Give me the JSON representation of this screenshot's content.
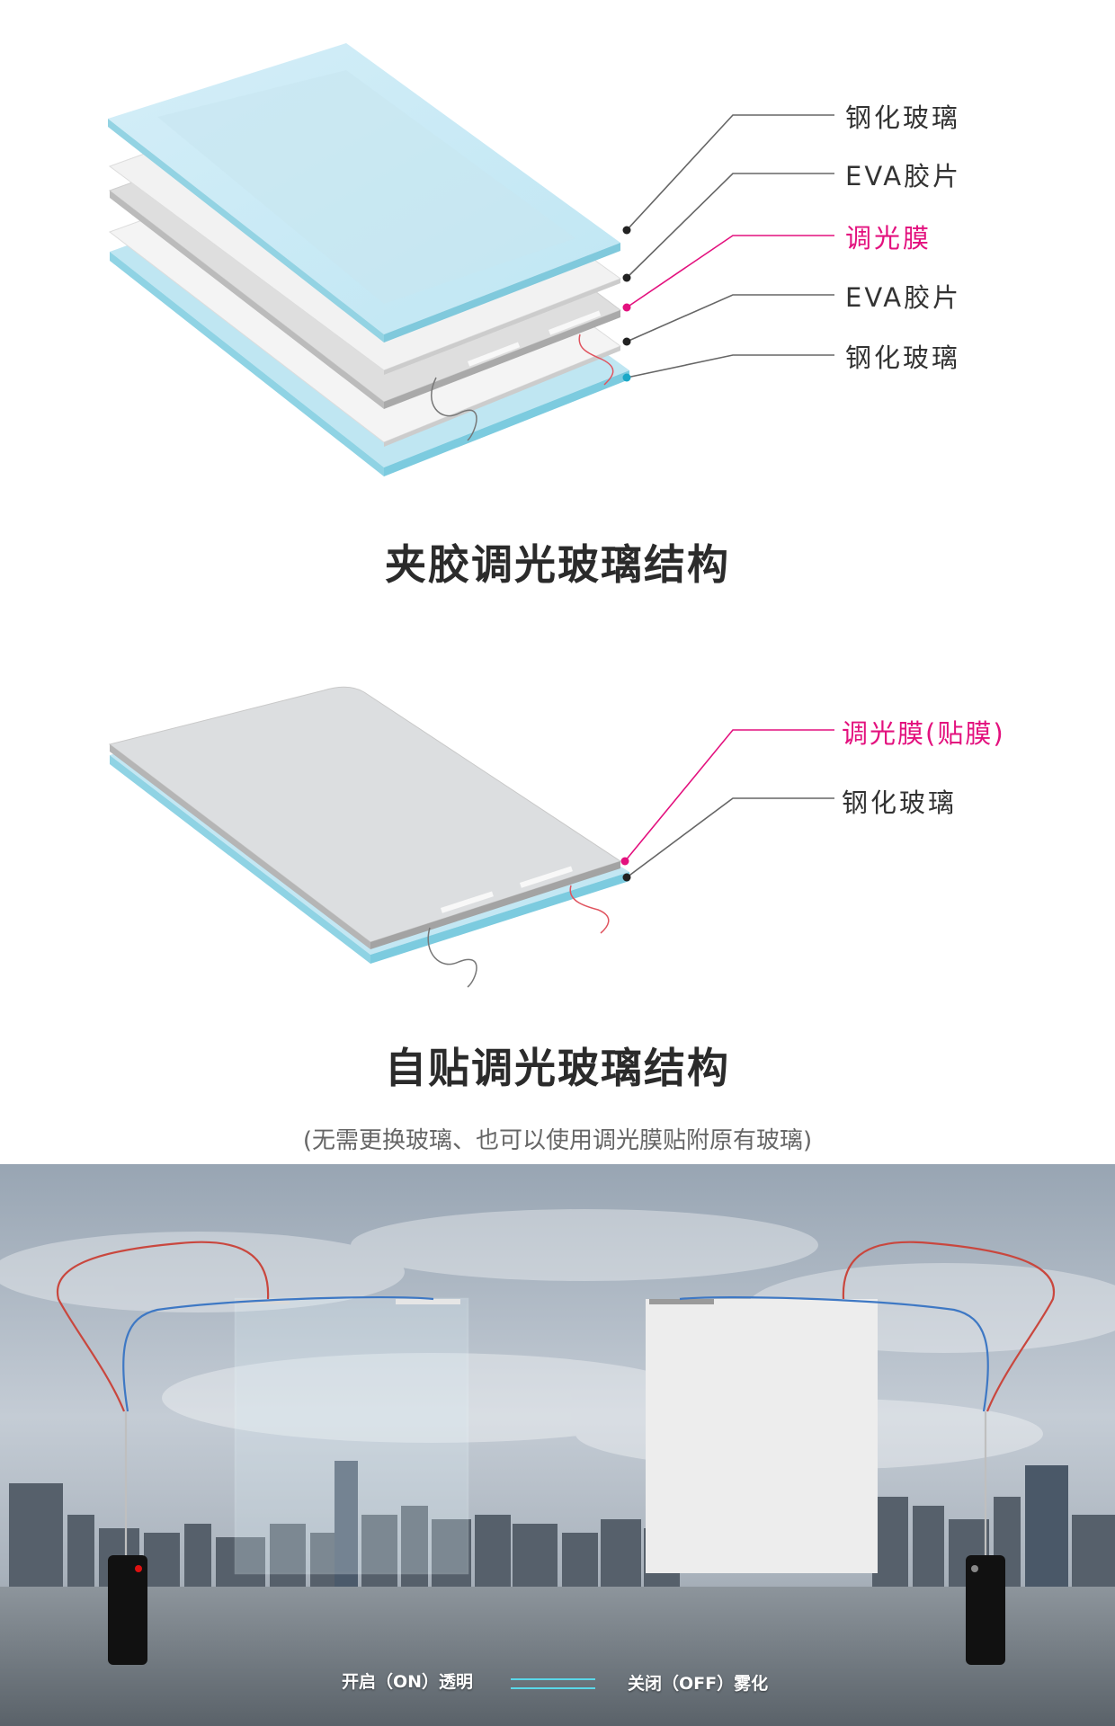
{
  "laminated": {
    "layers": [
      {
        "label": "钢化玻璃",
        "highlight": false
      },
      {
        "label": "EVA胶片",
        "highlight": false
      },
      {
        "label": "调光膜",
        "highlight": true
      },
      {
        "label": "EVA胶片",
        "highlight": false
      },
      {
        "label": "钢化玻璃",
        "highlight": false
      }
    ],
    "title": "夹胶调光玻璃结构"
  },
  "self_adhesive": {
    "layers": [
      {
        "label": "调光膜(贴膜)",
        "highlight": true
      },
      {
        "label": "钢化玻璃",
        "highlight": false
      }
    ],
    "title": "自贴调光玻璃结构",
    "note": "(无需更换玻璃、也可以使用调光膜贴附原有玻璃)"
  },
  "demo": {
    "on_label": "开启（ON）透明",
    "off_label": "关闭（OFF）雾化"
  },
  "colors": {
    "accent": "#e3117e",
    "glass": "#c9e8f4",
    "text": "#333333"
  }
}
